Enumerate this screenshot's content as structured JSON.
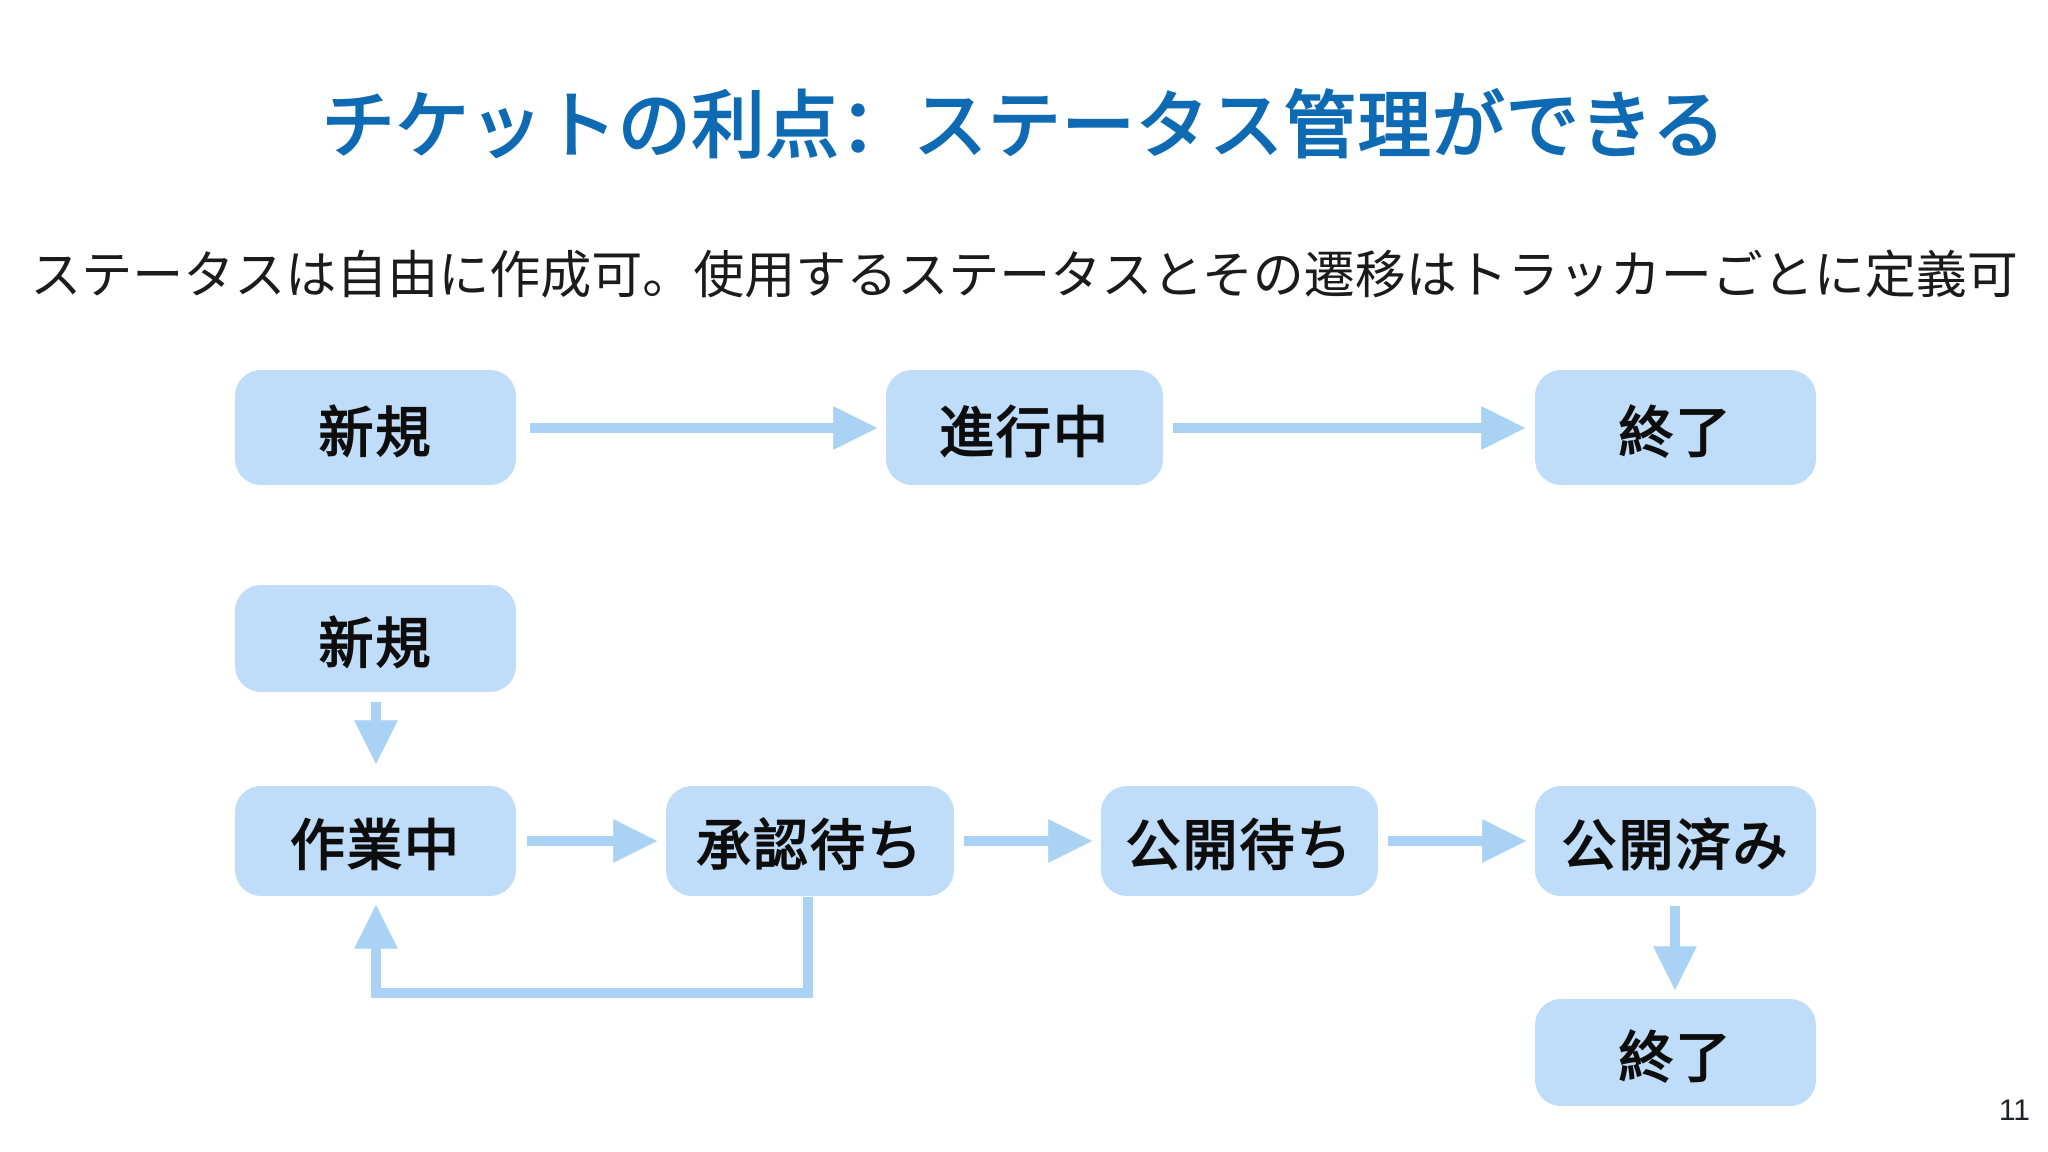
{
  "slide": {
    "title": "チケットの利点：ステータス管理ができる",
    "subtitle": "ステータスは自由に作成可。使用するステータスとその遷移はトラッカーごとに定義可",
    "page_number": "11"
  },
  "colors": {
    "title_blue": "#0f6ab4",
    "node_fill": "#bfdcf8",
    "arrow_blue": "#a9d2f4",
    "node_text": "#0d0d0d"
  },
  "diagram": {
    "flows": [
      {
        "name": "simple-workflow",
        "nodes": [
          {
            "label": "新規"
          },
          {
            "label": "進行中"
          },
          {
            "label": "終了"
          }
        ],
        "edges": [
          {
            "from": "新規",
            "to": "進行中"
          },
          {
            "from": "進行中",
            "to": "終了"
          }
        ]
      },
      {
        "name": "custom-workflow",
        "nodes": [
          {
            "label": "新規"
          },
          {
            "label": "作業中"
          },
          {
            "label": "承認待ち"
          },
          {
            "label": "公開待ち"
          },
          {
            "label": "公開済み"
          },
          {
            "label": "終了"
          }
        ],
        "edges": [
          {
            "from": "新規",
            "to": "作業中"
          },
          {
            "from": "作業中",
            "to": "承認待ち"
          },
          {
            "from": "承認待ち",
            "to": "作業中"
          },
          {
            "from": "承認待ち",
            "to": "公開待ち"
          },
          {
            "from": "公開待ち",
            "to": "公開済み"
          },
          {
            "from": "公開済み",
            "to": "終了"
          }
        ]
      }
    ]
  }
}
